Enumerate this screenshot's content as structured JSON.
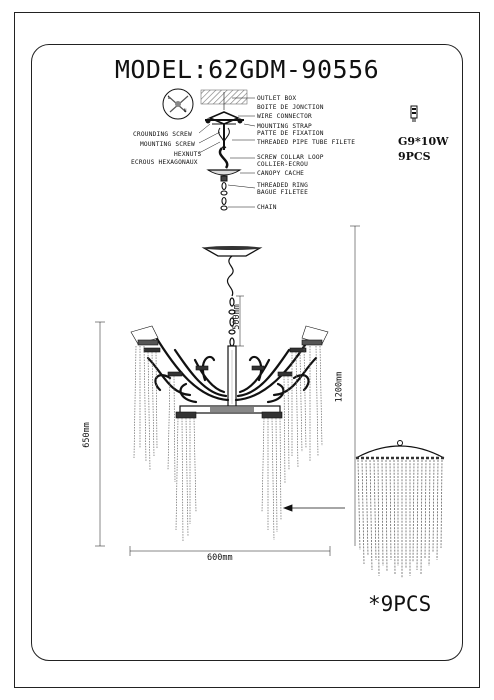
{
  "model_title": "MODEL:62GDM-90556",
  "install_labels": {
    "outlet_box": "OUTLET BOX",
    "boite_jonction": "BOITE DE JONCTION",
    "wire_connector": "WIRE CONNECTOR",
    "mounting_strap": "MOUNTING STRAP",
    "patte_fixation": "PATTE DE FIXATION",
    "grounding_screw": "CROUNDING SCREW",
    "mounting_screw": "MOUNTING SCREW",
    "threaded_pipe": "THREADED PIPE  TUBE FILETE",
    "hexnuts": "HEXNUTS",
    "ecrous": "ECROUS HEXAGONAUX",
    "screw_collar": "SCREW COLLAR LOOP",
    "collier": "COLLIER-ECROU",
    "canopy": "CANOPY  CACHE",
    "threaded_ring": "THREADED RING",
    "bague": "BAGUE FILETEE",
    "chain": "CHAIN"
  },
  "bulb": {
    "type": "G9*10W",
    "count": "9PCS"
  },
  "dimensions": {
    "chain_length": "500mm",
    "total_height": "1200mm",
    "body_height": "650mm",
    "width": "600mm"
  },
  "quantity_note": "*9PCS"
}
